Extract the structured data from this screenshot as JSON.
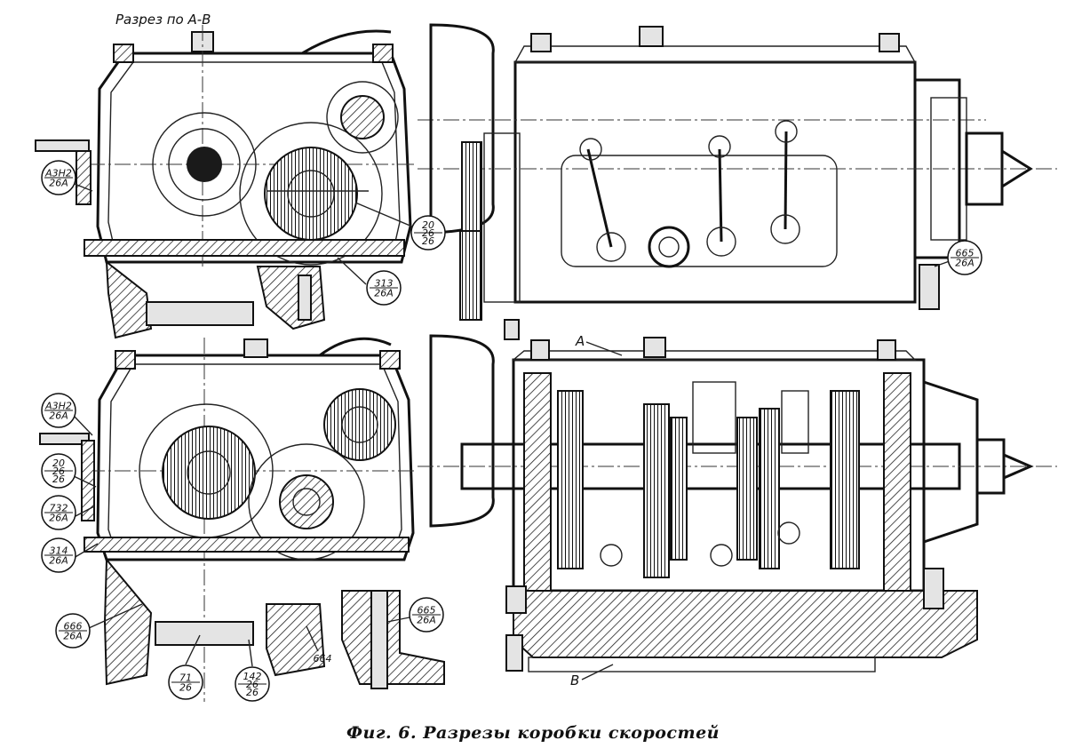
{
  "section_label": "Разрез по А-В",
  "caption": "Фиг. 6. Разрезы коробки скоростей",
  "letters": {
    "a": "А",
    "b": "В"
  },
  "callouts": [
    {
      "id": "c-a3h2-top",
      "lines": [
        "А3Н2",
        "26А"
      ]
    },
    {
      "id": "c-20-26-top",
      "lines": [
        "20",
        "26",
        "26"
      ]
    },
    {
      "id": "c-313",
      "lines": [
        "313",
        "26А"
      ]
    },
    {
      "id": "c-665-top",
      "lines": [
        "665",
        "26А"
      ]
    },
    {
      "id": "c-a3h2-mid",
      "lines": [
        "А3Н2",
        "26А"
      ]
    },
    {
      "id": "c-20-26-mid",
      "lines": [
        "20",
        "26",
        "26"
      ]
    },
    {
      "id": "c-732",
      "lines": [
        "732",
        "26А"
      ]
    },
    {
      "id": "c-314",
      "lines": [
        "314",
        "26А"
      ]
    },
    {
      "id": "c-666",
      "lines": [
        "666",
        "26А"
      ]
    },
    {
      "id": "c-71",
      "lines": [
        "71",
        "26"
      ]
    },
    {
      "id": "c-142",
      "lines": [
        "142",
        "26",
        "26"
      ]
    },
    {
      "id": "c-664",
      "lines": [
        "664"
      ]
    },
    {
      "id": "c-665-bot",
      "lines": [
        "665",
        "26А"
      ]
    }
  ]
}
